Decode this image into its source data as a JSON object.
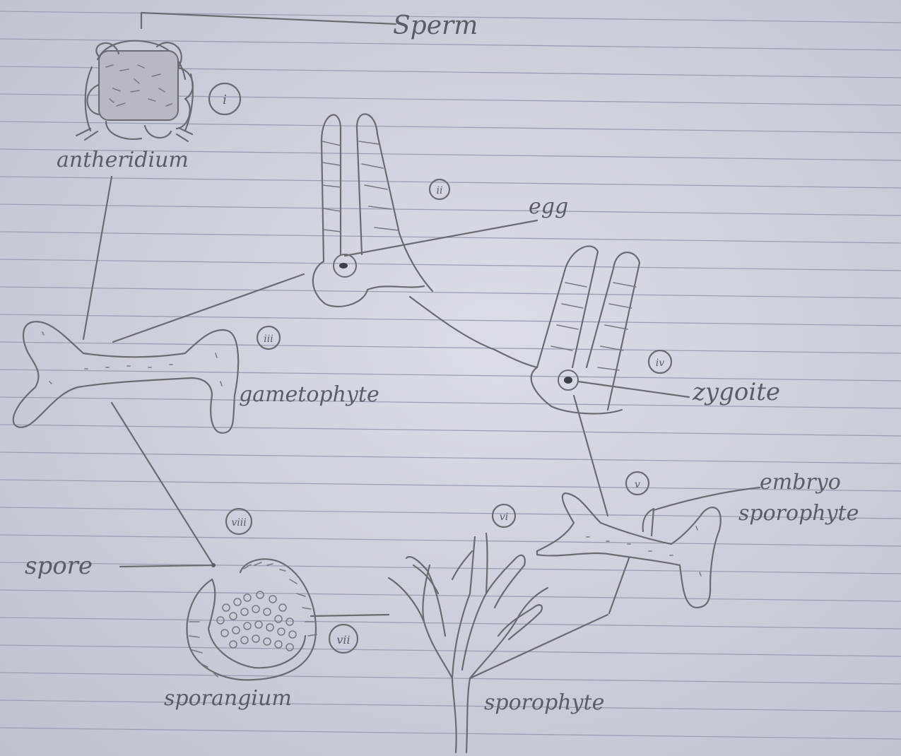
{
  "labels": {
    "sperm": "Sperm",
    "antheridium": "antheridium",
    "egg": "egg",
    "gametophyte": "gametophyte",
    "zygote": "zygoite",
    "embryo_sporophyte_line1": "embryo",
    "embryo_sporophyte_line2": "sporophyte",
    "spore": "spore",
    "sporangium": "sporangium",
    "sporophyte": "sporophyte"
  },
  "step_markers": [
    "i",
    "ii",
    "iii",
    "iv",
    "v",
    "vi",
    "vii",
    "viii"
  ],
  "colors": {
    "paper": "#cfd3df",
    "ruled_line": "#9aa0b4",
    "pencil": "#6a6c72"
  }
}
